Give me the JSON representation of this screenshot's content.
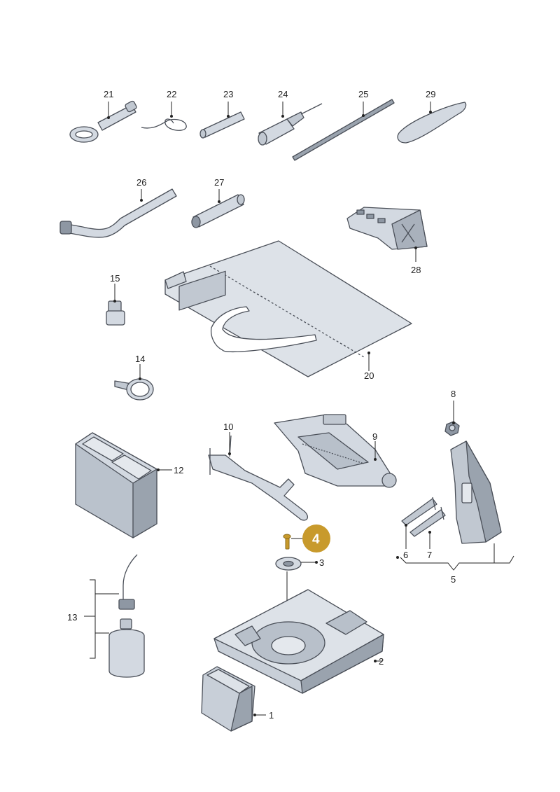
{
  "callouts": {
    "p1": "1",
    "p2": "2",
    "p3": "3",
    "p5": "5",
    "p6": "6",
    "p7": "7",
    "p8": "8",
    "p9": "9",
    "p10": "10",
    "p12": "12",
    "p13": "13",
    "p14": "14",
    "p15": "15",
    "p20": "20",
    "p21": "21",
    "p22": "22",
    "p23": "23",
    "p24": "24",
    "p25": "25",
    "p26": "26",
    "p27": "27",
    "p28": "28",
    "p29": "29"
  },
  "highlight": {
    "label": "4",
    "color": "#c89a2c"
  },
  "colors": {
    "part_fill": "#d3d9e1",
    "part_dark": "#8e97a3",
    "outline": "#4a4f58"
  }
}
